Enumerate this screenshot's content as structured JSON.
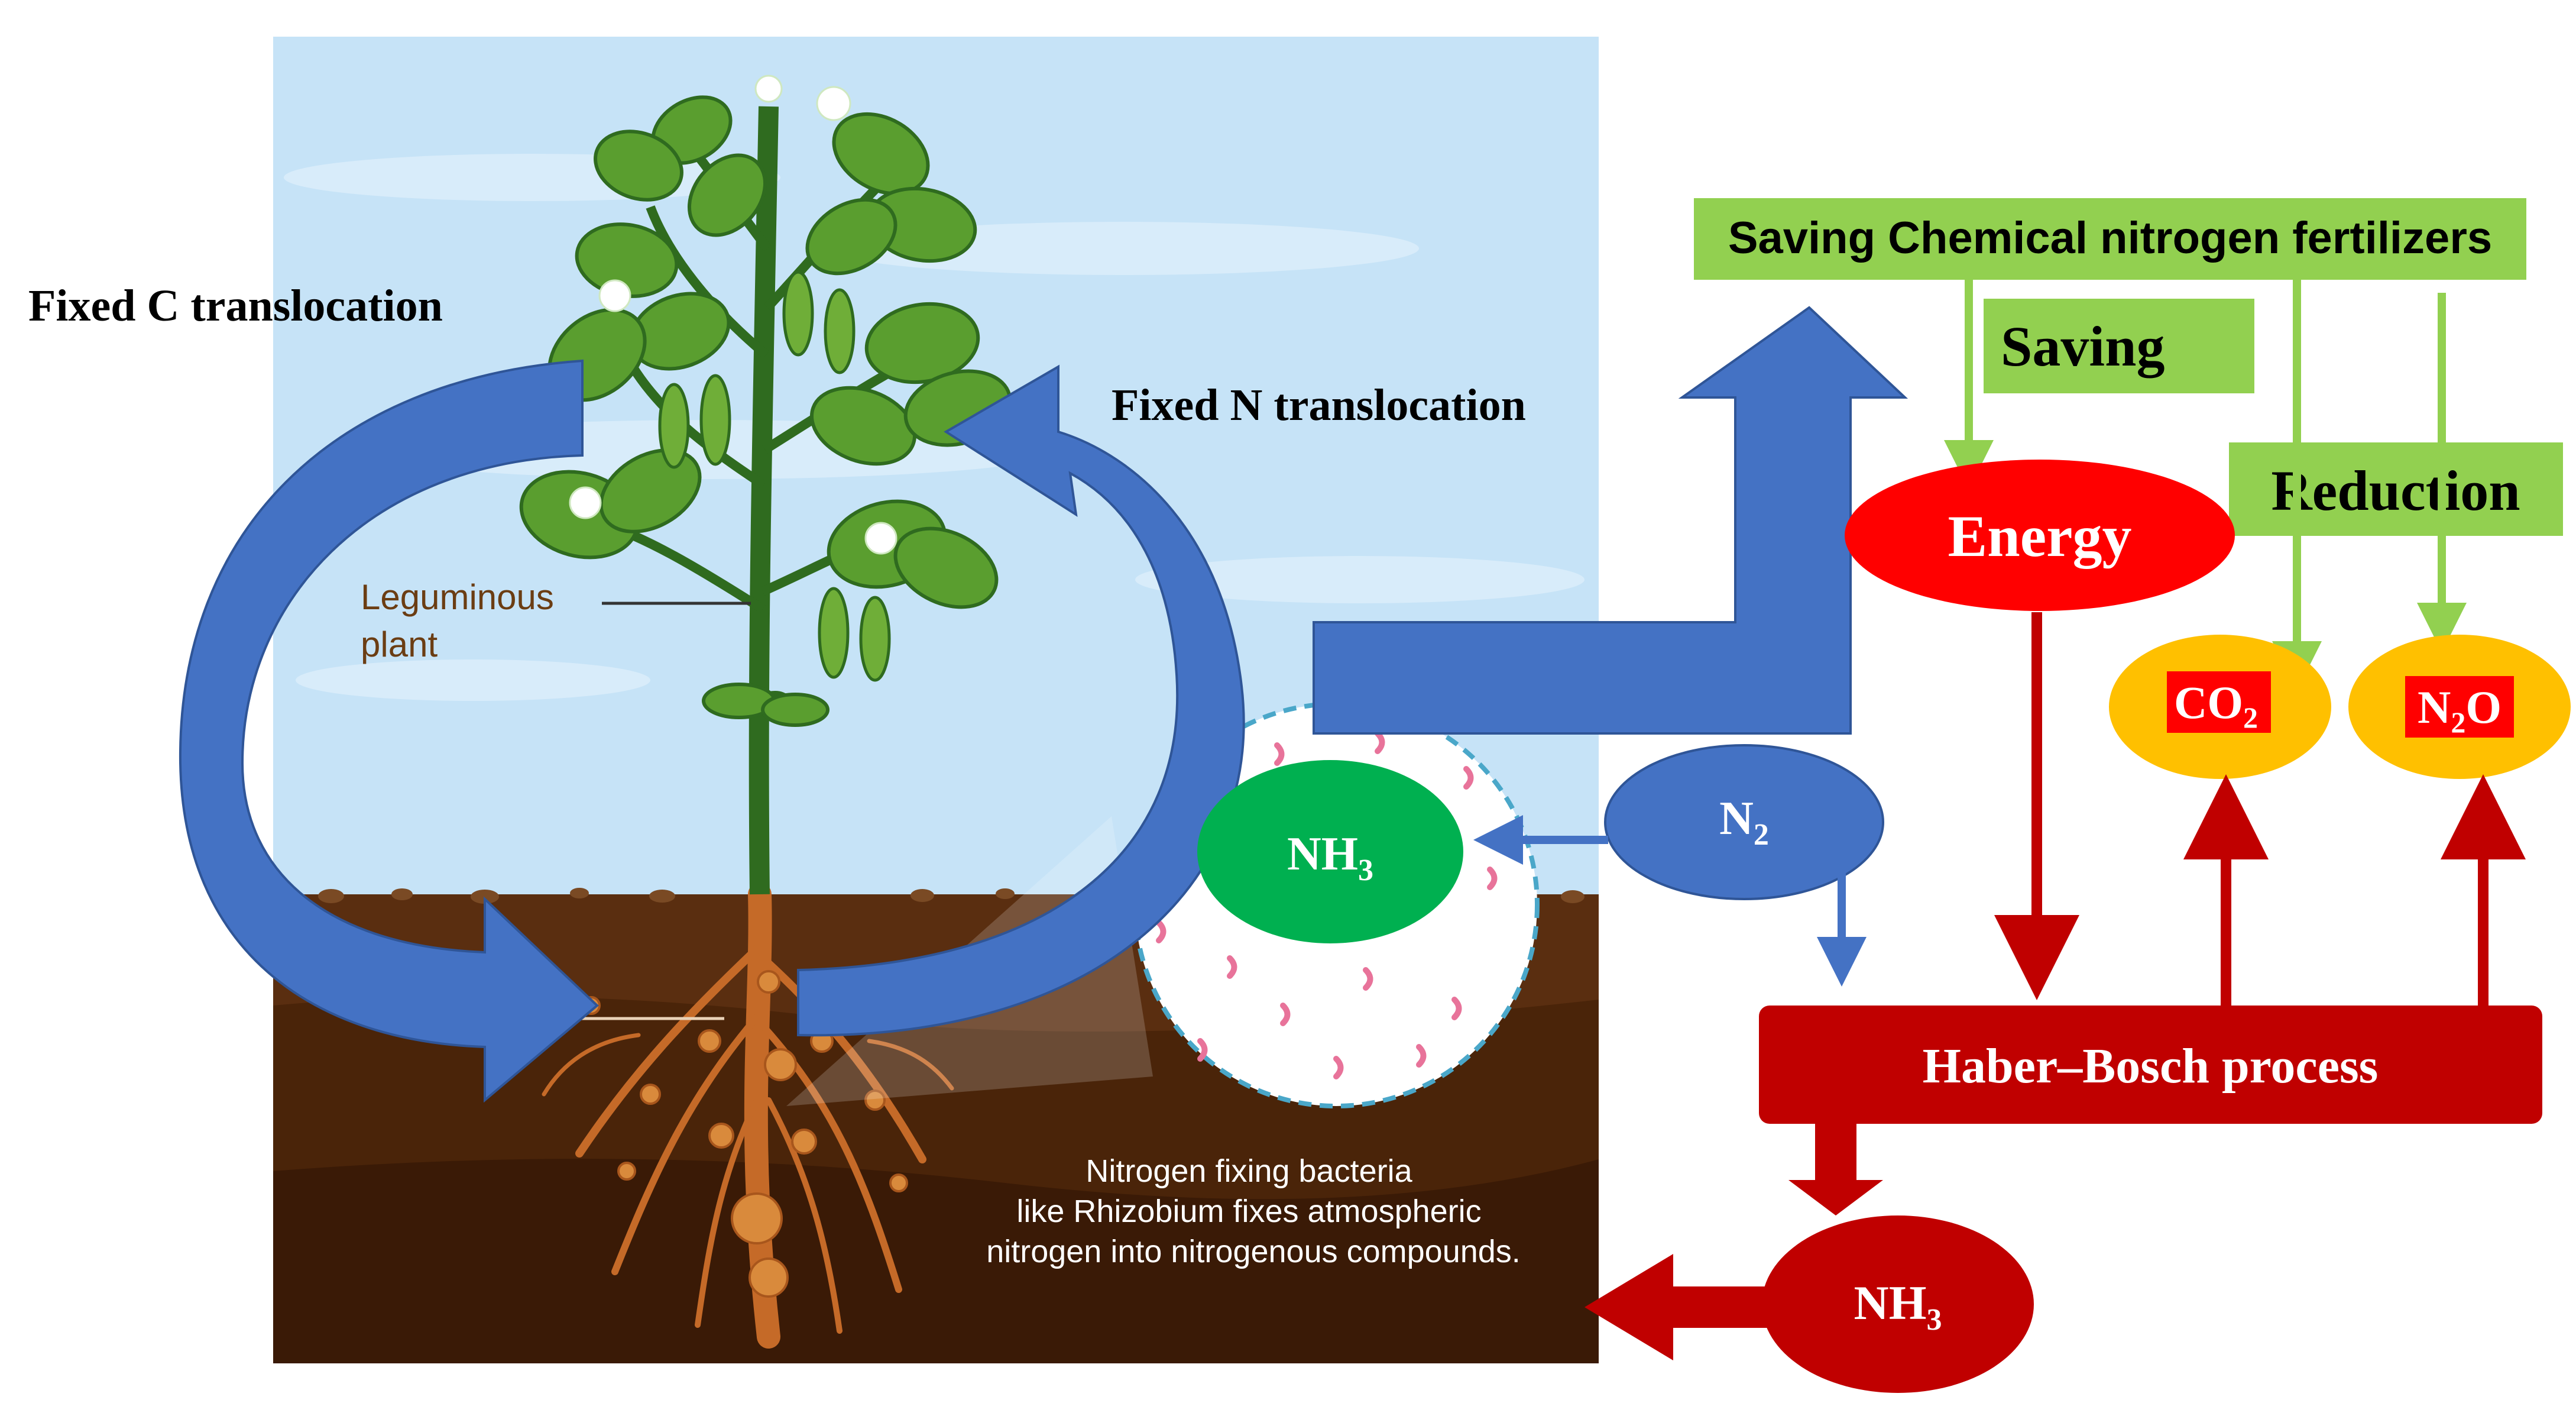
{
  "labels": {
    "fixed_c": "Fixed C translocation",
    "fixed_n": "Fixed N translocation",
    "leguminous_line1": "Leguminous",
    "leguminous_line2": "plant",
    "bacteria_line1": "Nitrogen fixing bacteria",
    "bacteria_line2": "like Rhizobium fixes atmospheric",
    "bacteria_line3": "nitrogen into nitrogenous compounds.",
    "saving_fertilizers": "Saving Chemical nitrogen fertilizers",
    "saving": "Saving",
    "reduction": "Reduction",
    "energy": "Energy",
    "haber_bosch": "Haber–Bosch process"
  },
  "chem": {
    "nh3_nodule": {
      "base": "NH",
      "sub": "3"
    },
    "n2": {
      "base": "N",
      "sub": "2"
    },
    "co2": {
      "base": "CO",
      "sub": "2"
    },
    "n2o": {
      "pre": "N",
      "sub": "2",
      "post": "O"
    },
    "nh3_output": {
      "base": "NH",
      "sub": "3"
    }
  },
  "colors": {
    "sky": "#c6e3f7",
    "soil": "#5a2e10",
    "soil_dark": "#3a1a06",
    "blue_arrow": "#4472c4",
    "blue_arrow_dark": "#2f5597",
    "green_box": "#92d050",
    "green_ellipse": "#00b050",
    "energy_red": "#ff0000",
    "dark_red": "#c00000",
    "gold": "#ffc000",
    "leaf": "#5a9e2f",
    "stem": "#2f6b1f",
    "root": "#c56a28"
  }
}
